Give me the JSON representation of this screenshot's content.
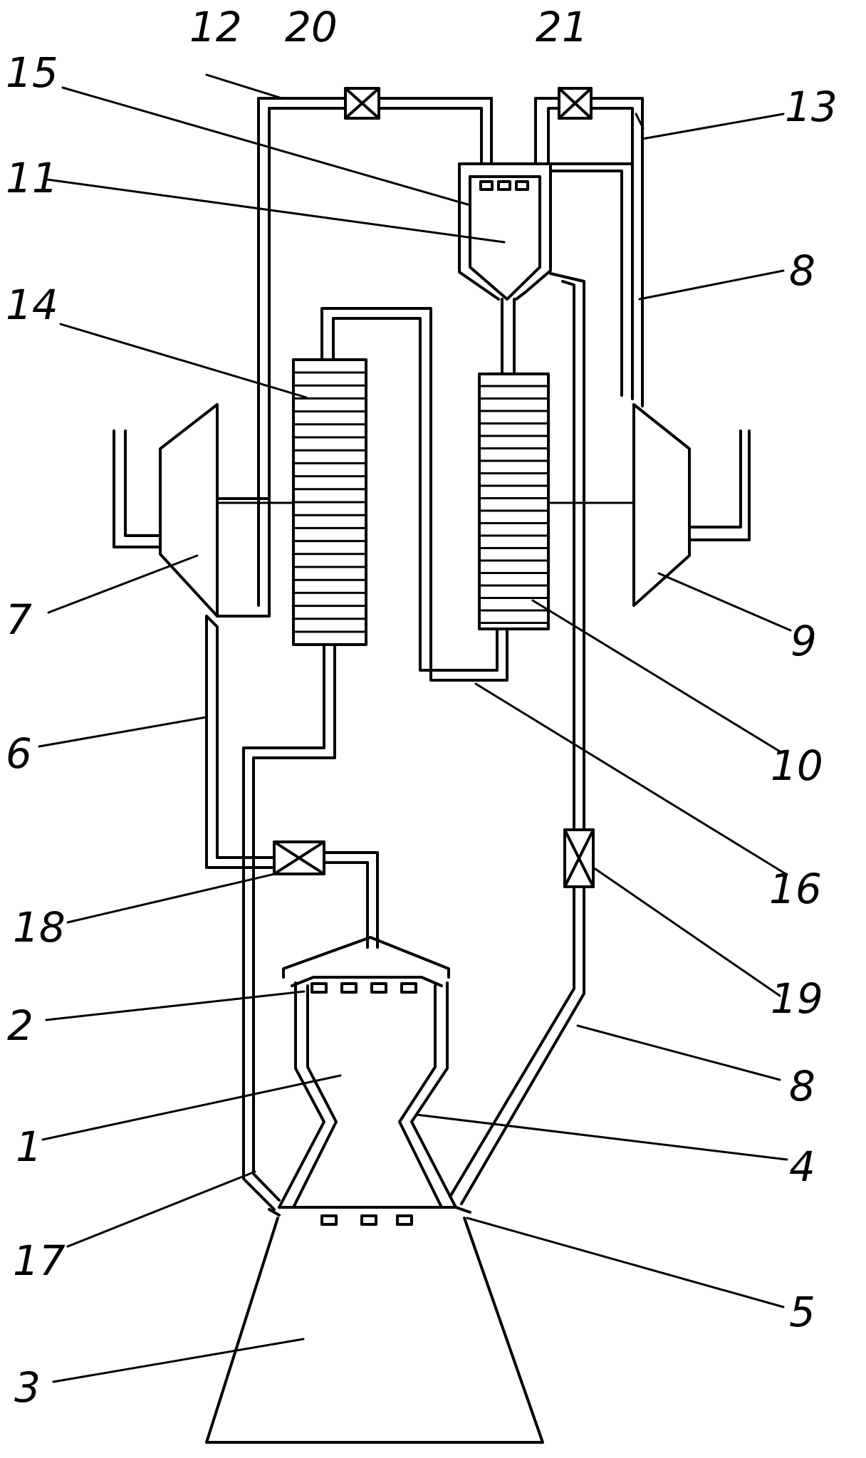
{
  "labels": {
    "n1": "1",
    "n2": "2",
    "n3": "3",
    "n4": "4",
    "n5": "5",
    "n6": "6",
    "n7": "7",
    "n8a": "8",
    "n8b": "8",
    "n9": "9",
    "n10": "10",
    "n11": "11",
    "n12": "12",
    "n13": "13",
    "n14": "14",
    "n15": "15",
    "n16": "16",
    "n17": "17",
    "n18": "18",
    "n19": "19",
    "n20": "20",
    "n21": "21"
  },
  "colors": {
    "ink": "#000000",
    "paper": "#ffffff"
  }
}
